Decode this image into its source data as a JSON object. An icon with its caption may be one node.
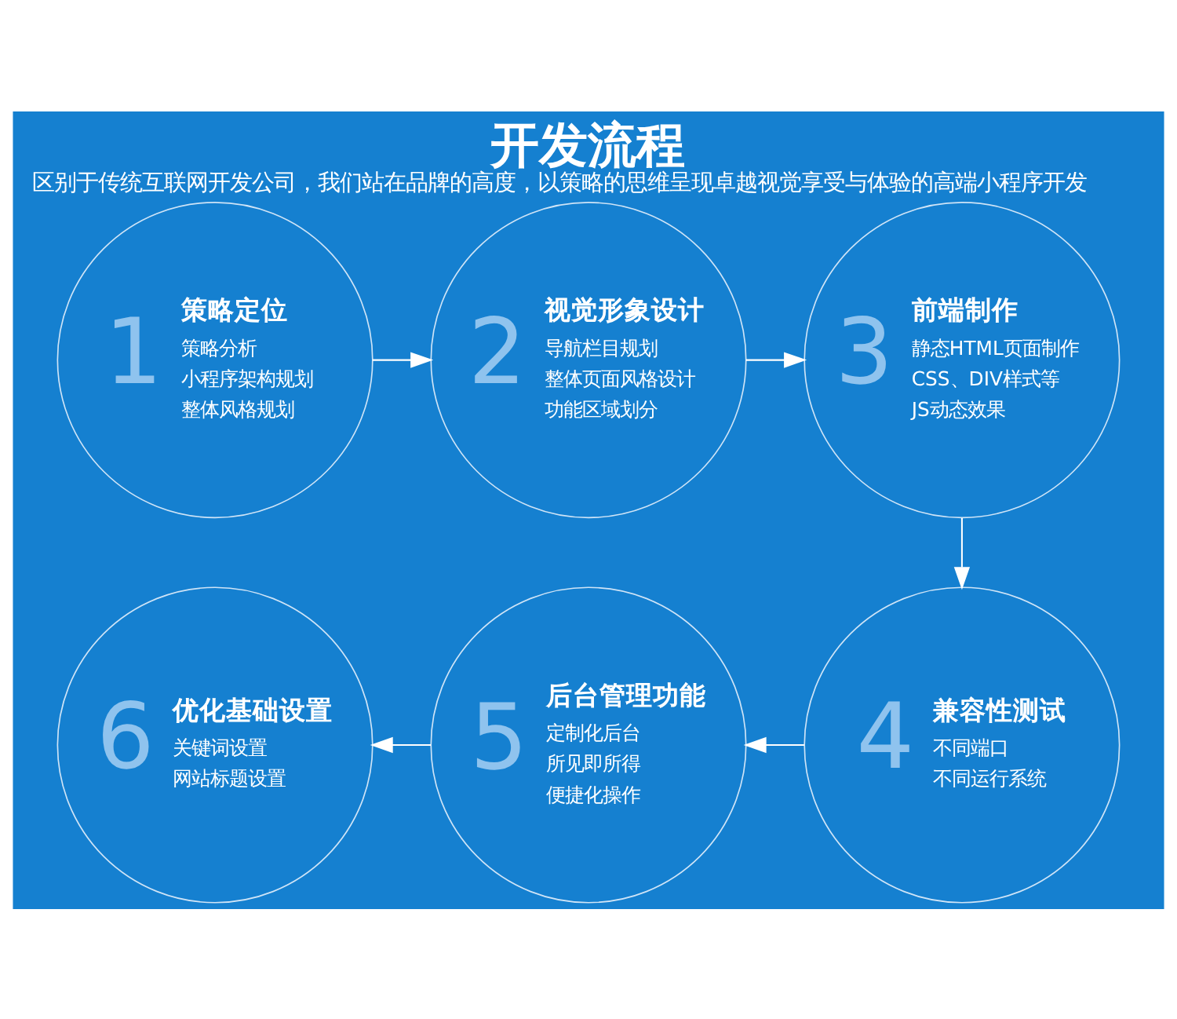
{
  "diagram": {
    "title": "开发流程",
    "caption": "区别于传统互联网开发公司，我们站在品牌的高度，以策略的思维呈现卓越视觉享受与体验的高端小程序开发",
    "nodes": [
      {
        "text": [
          "1",
          "策略定位",
          "策略分析",
          "小程序架构规划",
          "整体风格规划"
        ]
      },
      {
        "text": [
          "2",
          "视觉形象设计",
          "导航栏目规划",
          "整体页面风格设计",
          "功能区域划分"
        ]
      },
      {
        "text": [
          "3",
          "前端制作",
          "静态HTML页面制作",
          "CSS、DIV样式等",
          "JS动态效果"
        ]
      },
      {
        "text": [
          "4",
          "兼容性测试",
          "不同端口",
          "不同运行系统"
        ]
      },
      {
        "text": [
          "5",
          "后台管理功能",
          "定制化后台",
          "所见即所得",
          "便捷化操作"
        ]
      },
      {
        "text": [
          "6",
          "优化基础设置",
          "关键词设置",
          "网站标题设置"
        ]
      }
    ],
    "edges": [
      {
        "from": 0,
        "to": 1,
        "arrow": "to"
      },
      {
        "from": 1,
        "to": 2,
        "arrow": "to"
      },
      {
        "from": 2,
        "to": 3,
        "arrow": "to"
      },
      {
        "from": 3,
        "to": 4,
        "arrow": "to"
      },
      {
        "from": 4,
        "to": 5,
        "arrow": "to"
      }
    ]
  }
}
